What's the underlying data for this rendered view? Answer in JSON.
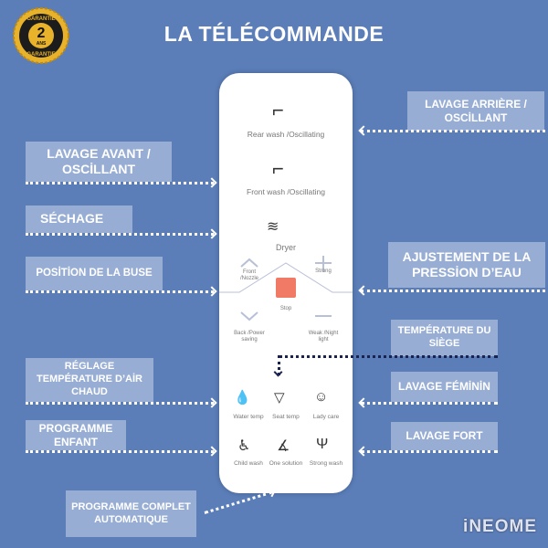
{
  "title": "LA TÉLÉCOMMANDE",
  "badge": {
    "top": "GARANTIE",
    "number": "2",
    "unit": "ANS",
    "bottom": "GARANTIE",
    "color": "#e8b32a"
  },
  "labels": {
    "rear_wash": "LAVAGE ARRIÈRE / OSCİLLANT",
    "front_wash": "LAVAGE AVANT / OSCİLLANT",
    "dryer": "SÉCHAGE",
    "nozzle": "POSİTİON DE LA BUSE",
    "pressure": "AJUSTEMENT DE LA PRESSİON D’EAU",
    "seat_temp": "TEMPÉRATURE DU SİÈGE",
    "air_temp": "RÉGLAGE TEMPÉRATURE D’AİR CHAUD",
    "lady": "LAVAGE FÉMİNİN",
    "child": "PROGRAMME ENFANT",
    "strong": "LAVAGE FORT",
    "auto": "PROGRAMME COMPLET AUTOMATIQUE"
  },
  "remote": {
    "rear_wash": "Rear wash /Oscillating",
    "front_wash": "Front wash /Oscillating",
    "dryer": "Dryer",
    "front_nozzle": "Front /Nozzle",
    "strong": "Strong",
    "stop": "Stop",
    "back": "Back /Power saving",
    "weak": "Weak /Night light",
    "water_temp": "Water temp",
    "seat_temp": "Seat temp",
    "lady_care": "Lady care",
    "child_wash": "Child wash",
    "one_solution": "One solution",
    "strong_wash": "Strong wash",
    "stop_color": "#f07a66"
  },
  "logo": "iNEOME",
  "colors": {
    "background": "#5b7eb9",
    "highlight_arrow": "#1a2350"
  }
}
